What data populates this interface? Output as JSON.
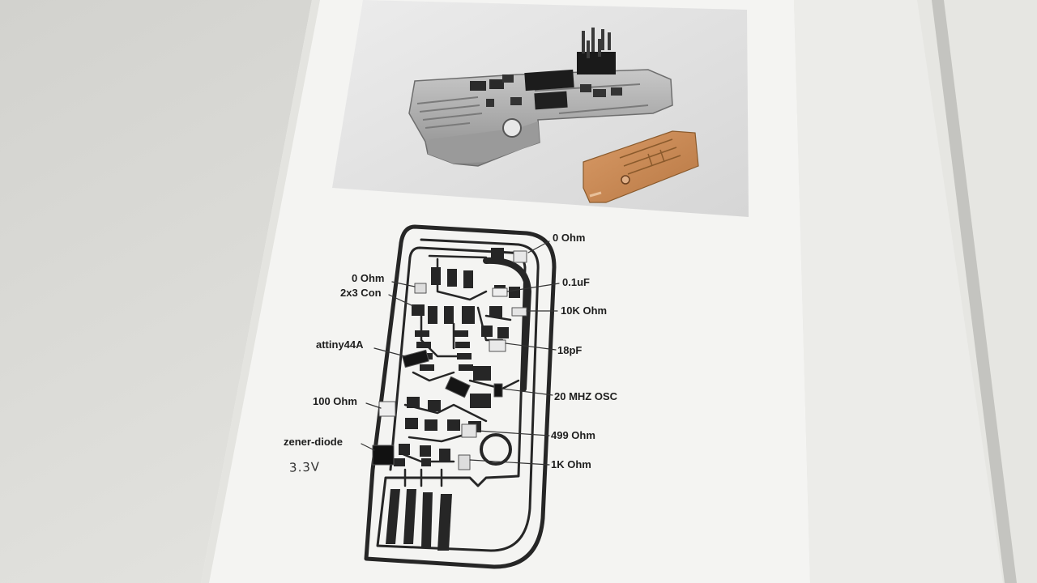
{
  "component_labels": {
    "zero_ohm_top": "0 Ohm",
    "cap_01uf": "0.1uF",
    "res_10k": "10K Ohm",
    "cap_18pf": "18pF",
    "osc_20mhz": "20 MHZ OSC",
    "res_499": "499 Ohm",
    "res_1k": "1K Ohm",
    "zero_ohm_left": "0 Ohm",
    "con_2x3": "2x3 Con",
    "mcu": "attiny44A",
    "res_100": "100 Ohm",
    "zener": "zener-diode"
  },
  "handwritten_note": "3.3V",
  "colors": {
    "table": "#dcdcd8",
    "paper": "#f4f4f2",
    "trace": "#2a2a2a",
    "copper": "#c98a55"
  }
}
